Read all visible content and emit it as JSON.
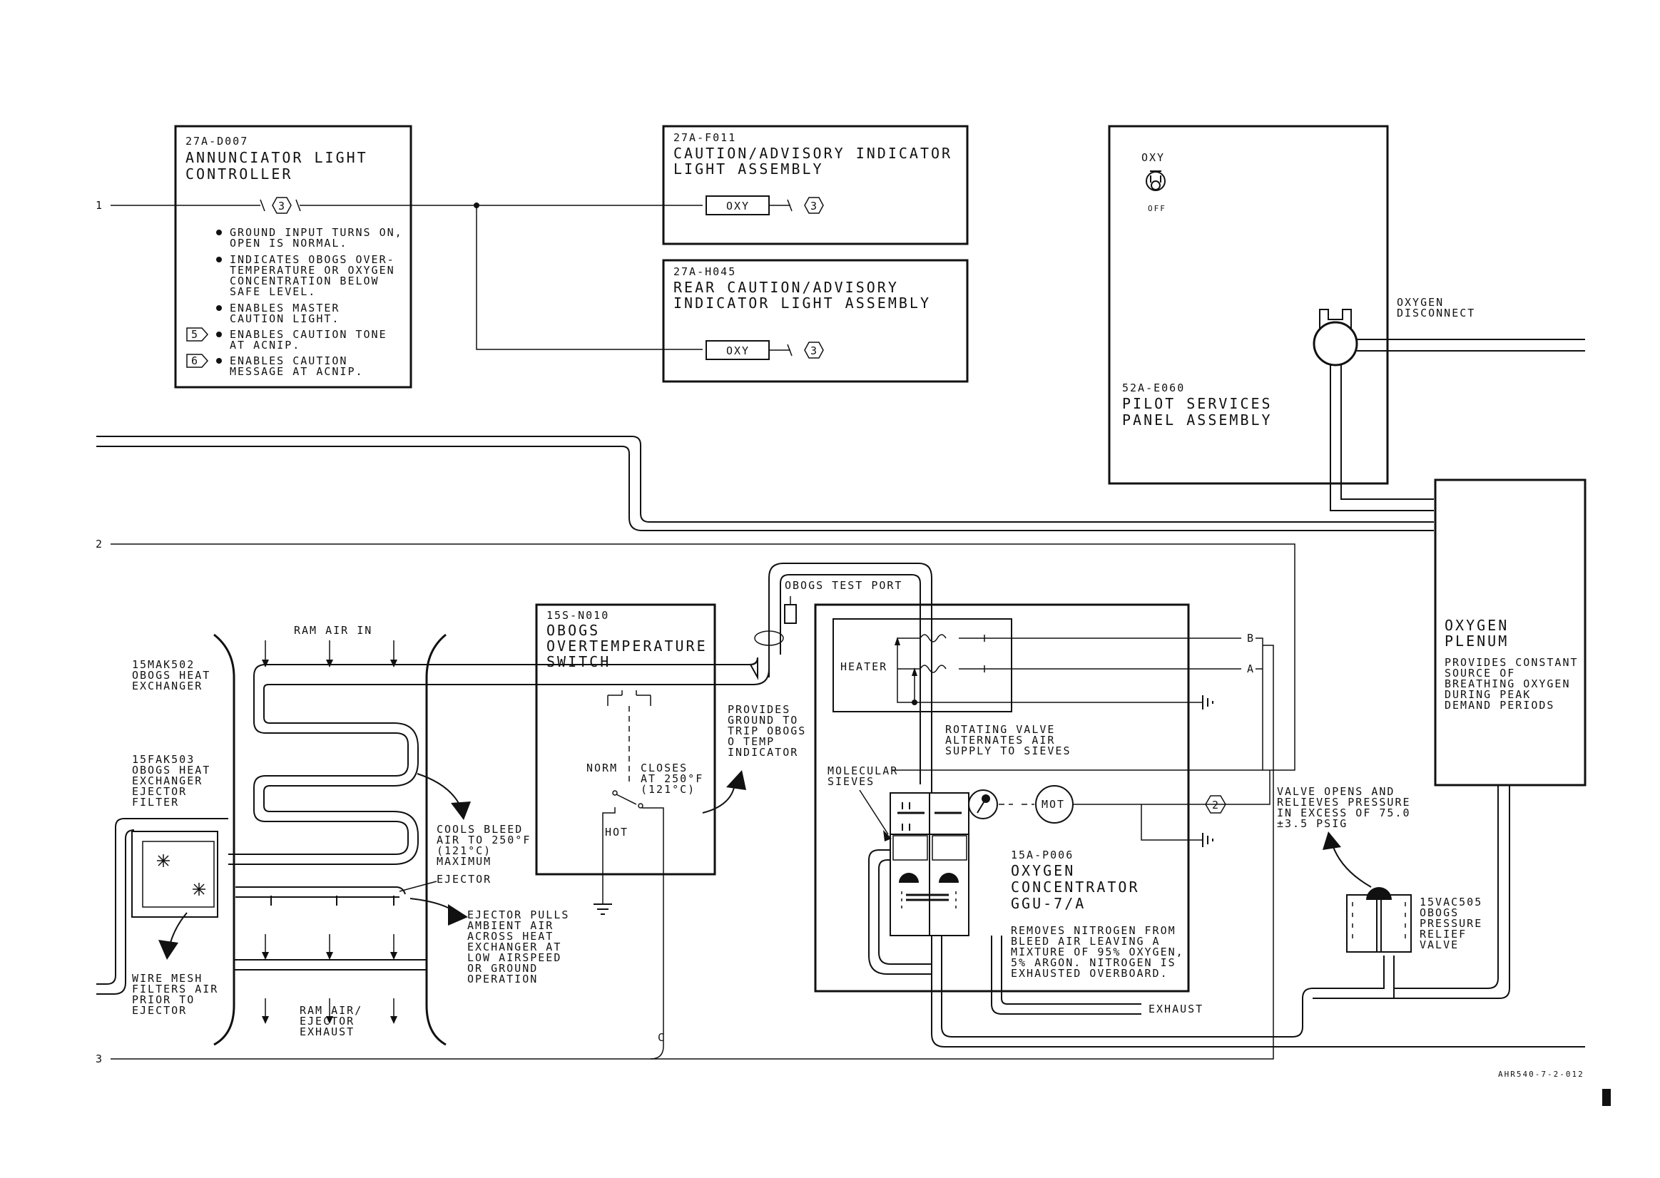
{
  "lines": {
    "l1": "1",
    "l2": "2",
    "l3": "3",
    "wire_a": "A",
    "wire_b": "B",
    "wire_c": "C"
  },
  "controller": {
    "id": "27A-D007",
    "title1": "ANNUNCIATOR LIGHT",
    "title2": "CONTROLLER",
    "node": "3",
    "notes": [
      [
        "GROUND INPUT TURNS ON,",
        "OPEN IS NORMAL."
      ],
      [
        "INDICATES OBOGS OVER-",
        "TEMPERATURE OR OXYGEN",
        "CONCENTRATION BELOW",
        "SAFE LEVEL."
      ],
      [
        "ENABLES MASTER",
        "CAUTION LIGHT."
      ],
      [
        "ENABLES CAUTION TONE",
        "AT ACNIP."
      ],
      [
        "ENABLES CAUTION",
        "MESSAGE AT ACNIP."
      ]
    ],
    "flag5": "5",
    "flag6": "6"
  },
  "caution": {
    "id": "27A-F011",
    "title1": "CAUTION/ADVISORY INDICATOR",
    "title2": "LIGHT ASSEMBLY",
    "lamp": "OXY",
    "node": "3"
  },
  "rear_caution": {
    "id": "27A-H045",
    "title1": "REAR CAUTION/ADVISORY",
    "title2": "INDICATOR LIGHT ASSEMBLY",
    "lamp": "OXY",
    "node": "3"
  },
  "pilot_panel": {
    "oxy": "OXY",
    "off": "OFF",
    "disconnect1": "OXYGEN",
    "disconnect2": "DISCONNECT",
    "id": "52A-E060",
    "title1": "PILOT SERVICES",
    "title2": "PANEL ASSEMBLY"
  },
  "plenum": {
    "title1": "OXYGEN",
    "title2": "PLENUM",
    "desc": [
      "PROVIDES CONSTANT",
      "SOURCE OF",
      "BREATHING OXYGEN",
      "DURING PEAK",
      "DEMAND PERIODS"
    ]
  },
  "heat_exchanger": {
    "ram_in": "RAM AIR IN",
    "hx": [
      "15MAK502",
      "OBOGS HEAT",
      "EXCHANGER"
    ],
    "filter": [
      "15FAK503",
      "OBOGS HEAT",
      "EXCHANGER",
      "EJECTOR",
      "FILTER"
    ],
    "cools": [
      "COOLS BLEED",
      "AIR TO 250°F",
      "(121°C)",
      "MAXIMUM"
    ],
    "ejector": "EJECTOR",
    "pulls": [
      "EJECTOR PULLS",
      "AMBIENT AIR",
      "ACROSS HEAT",
      "EXCHANGER AT",
      "LOW AIRSPEED",
      "OR GROUND",
      "OPERATION"
    ],
    "mesh": [
      "WIRE MESH",
      "FILTERS AIR",
      "PRIOR TO",
      "EJECTOR"
    ],
    "exhaust": [
      "RAM AIR/",
      "EJECTOR",
      "EXHAUST"
    ]
  },
  "overtemp": {
    "id": "15S-N010",
    "title": [
      "OBOGS",
      "OVERTEMPERATURE",
      "SWITCH"
    ],
    "norm": "NORM",
    "closes": [
      "CLOSES",
      "AT 250°F",
      "(121°C)"
    ],
    "hot": "HOT",
    "provides": [
      "PROVIDES",
      "GROUND TO",
      "TRIP OBOGS",
      "O TEMP",
      "INDICATOR"
    ]
  },
  "concentrator": {
    "test_port": "OBOGS TEST PORT",
    "heater": "HEATER",
    "rotating": [
      "ROTATING VALVE",
      "ALTERNATES AIR",
      "SUPPLY TO SIEVES"
    ],
    "sieves": [
      "MOLECULAR",
      "SIEVES"
    ],
    "mot": "MOT",
    "node2": "2",
    "id": "15A-P006",
    "title": [
      "OXYGEN",
      "CONCENTRATOR",
      "GGU-7/A"
    ],
    "desc": [
      "REMOVES NITROGEN FROM",
      "BLEED AIR LEAVING A",
      "MIXTURE OF 95% OXYGEN,",
      "5% ARGON. NITROGEN IS",
      "EXHAUSTED OVERBOARD."
    ],
    "exhaust": "EXHAUST"
  },
  "relief": {
    "desc": [
      "VALVE OPENS AND",
      "RELIEVES PRESSURE",
      "IN EXCESS OF 75.0",
      "±3.5 PSIG"
    ],
    "label": [
      "15VAC505",
      "OBOGS",
      "PRESSURE",
      "RELIEF",
      "VALVE"
    ]
  },
  "figure_id": "AHR540-7-2-012"
}
